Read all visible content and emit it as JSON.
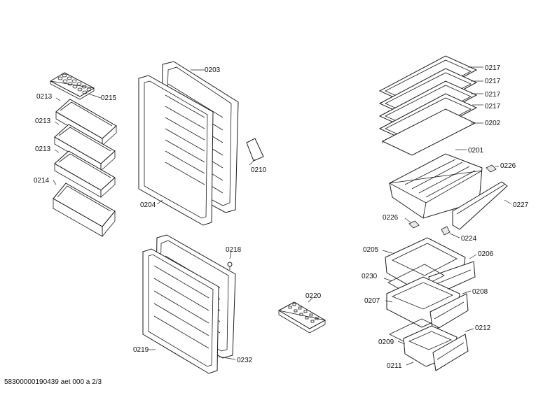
{
  "callouts": {
    "c0203": "0203",
    "c0204": "0204",
    "c0210": "0210",
    "c0213a": "0213",
    "c0215": "0215",
    "c0213b": "0213",
    "c0213c": "0213",
    "c0214": "0214",
    "c0217a": "0217",
    "c0217b": "0217",
    "c0217c": "0217",
    "c0217d": "0217",
    "c0202": "0202",
    "c0201": "0201",
    "c0226a": "0226",
    "c0226b": "0226",
    "c0227": "0227",
    "c0224": "0224",
    "c0218": "0218",
    "c0219": "0219",
    "c0232": "0232",
    "c0220": "0220",
    "c0205": "0205",
    "c0206": "0206",
    "c0230": "0230",
    "c0208": "0208",
    "c0207": "0207",
    "c0209": "0209",
    "c0212": "0212",
    "c0211": "0211"
  },
  "footer": "58300000190439 aet 000 a 2/3"
}
